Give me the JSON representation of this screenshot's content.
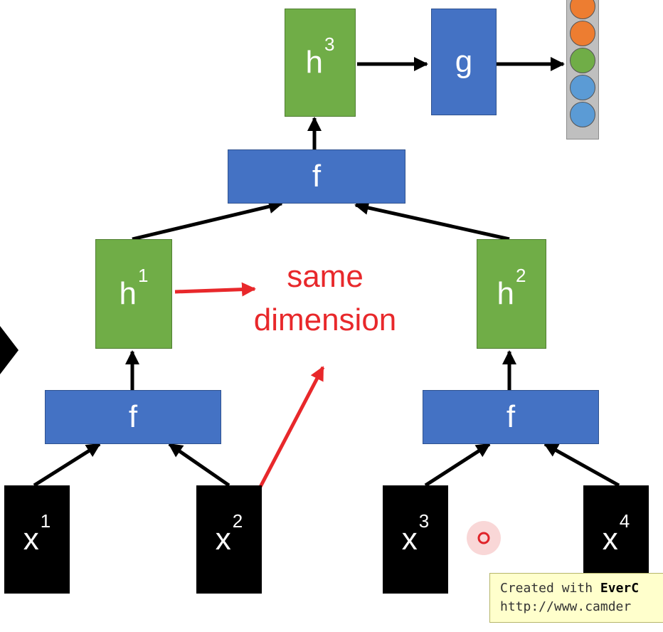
{
  "nodes": {
    "x1": {
      "base": "x",
      "sup": "1"
    },
    "x2": {
      "base": "x",
      "sup": "2"
    },
    "x3": {
      "base": "x",
      "sup": "3"
    },
    "x4": {
      "base": "x",
      "sup": "4"
    },
    "f_left": {
      "label": "f"
    },
    "f_right": {
      "label": "f"
    },
    "f_top": {
      "label": "f"
    },
    "h1": {
      "base": "h",
      "sup": "1"
    },
    "h2": {
      "base": "h",
      "sup": "2"
    },
    "h3": {
      "base": "h",
      "sup": "3"
    },
    "g": {
      "label": "g"
    }
  },
  "annotation": {
    "line1": "same",
    "line2": "dimension"
  },
  "output_vector": [
    "#ed7d31",
    "#ed7d31",
    "#70ad47",
    "#5b9bd5",
    "#5b9bd5"
  ],
  "colors": {
    "function_box": "#4472c4",
    "hidden_box": "#70ad47",
    "input_box": "#000000",
    "annotation": "#e8282b"
  },
  "watermark": {
    "line1_prefix": "Created with ",
    "line1_bold": "EverC",
    "line2": "http://www.camder"
  }
}
